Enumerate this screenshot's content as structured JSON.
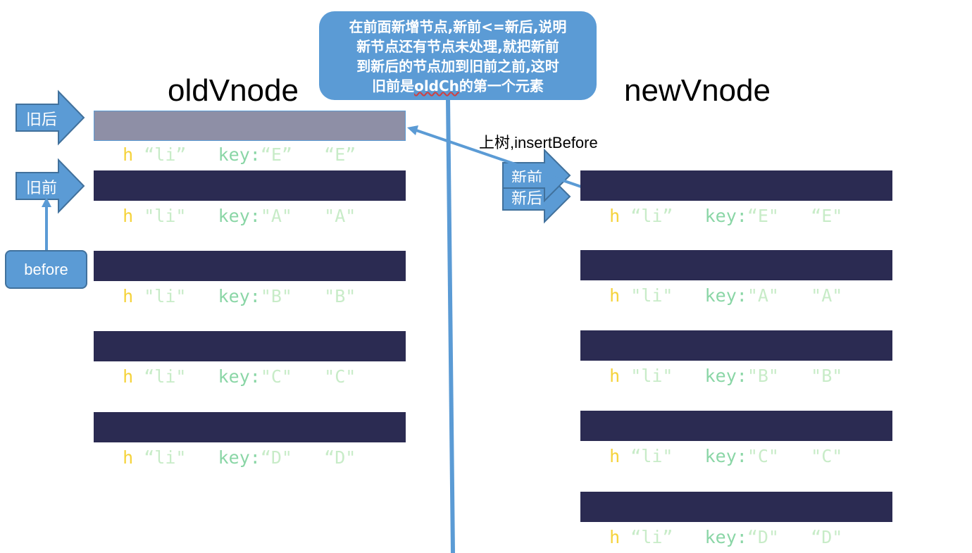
{
  "titles": {
    "old": "oldVnode",
    "new": "newVnode"
  },
  "callout": {
    "line1": "在前面新增节点,新前<=新后,说明",
    "line2": "新节点还有节点未处理,就把新前",
    "line3": "到新后的节点加到旧前之前,这时",
    "line4_pre": "旧前是",
    "line4_code": "oldCh",
    "line4_post": "的第一个元素"
  },
  "pointers": {
    "old_end": "旧后",
    "old_start": "旧前",
    "new_start": "新前",
    "new_end": "新后",
    "before": "before"
  },
  "annotation": "上树,insertBefore",
  "old_nodes": [
    {
      "fn": "h",
      "open": "(",
      "tag": "“li”",
      "sep1": ", {",
      "key_label": "key:",
      "key": "“E”",
      "sep2": "}, ",
      "text": "“E”",
      "close": ",)"
    },
    {
      "fn": "h",
      "open": "(",
      "tag": "\"li\"",
      "sep1": ", {",
      "key_label": "key:",
      "key": "\"A\"",
      "sep2": "}, ",
      "text": "\"A\"",
      "close": ",)"
    },
    {
      "fn": "h",
      "open": "(",
      "tag": "\"li\"",
      "sep1": ", {",
      "key_label": "key:",
      "key": "\"B\"",
      "sep2": "}, ",
      "text": "\"B\"",
      "close": ",)"
    },
    {
      "fn": "h",
      "open": "(",
      "tag": "“li\"",
      "sep1": ", {",
      "key_label": "key:",
      "key": "\"C\"",
      "sep2": "}, ",
      "text": "\"C\"",
      "close": ",)"
    },
    {
      "fn": "h",
      "open": "(",
      "tag": "“li\"",
      "sep1": ", {",
      "key_label": "key:",
      "key": "“D\"",
      "sep2": "}, ",
      "text": "“D\"",
      "close": ",)"
    }
  ],
  "new_nodes": [
    {
      "fn": "h",
      "open": "(",
      "tag": "“li”",
      "sep1": ", {",
      "key_label": "key:",
      "key": "“E\"",
      "sep2": "}, ",
      "text": "“E\"",
      "close": ",)"
    },
    {
      "fn": "h",
      "open": "(",
      "tag": "\"li\"",
      "sep1": ", {",
      "key_label": "key:",
      "key": "\"A\"",
      "sep2": "}, ",
      "text": "\"A\"",
      "close": ",)"
    },
    {
      "fn": "h",
      "open": "(",
      "tag": "\"li\"",
      "sep1": ", {",
      "key_label": "key:",
      "key": "\"B\"",
      "sep2": "}, ",
      "text": "\"B\"",
      "close": ",)"
    },
    {
      "fn": "h",
      "open": "(",
      "tag": "“li\"",
      "sep1": ", {",
      "key_label": "key:",
      "key": "\"C\"",
      "sep2": "}, ",
      "text": "\"C\"",
      "close": ",)"
    },
    {
      "fn": "h",
      "open": "(",
      "tag": "“li”",
      "sep1": ", {",
      "key_label": "key:",
      "key": "“D\"",
      "sep2": "}, ",
      "text": "“D\"",
      "close": ",)"
    }
  ],
  "colors": {
    "accent": "#5b9bd5",
    "code_bg": "#2b2b52",
    "highlight_bg": "#8e8fa6"
  }
}
